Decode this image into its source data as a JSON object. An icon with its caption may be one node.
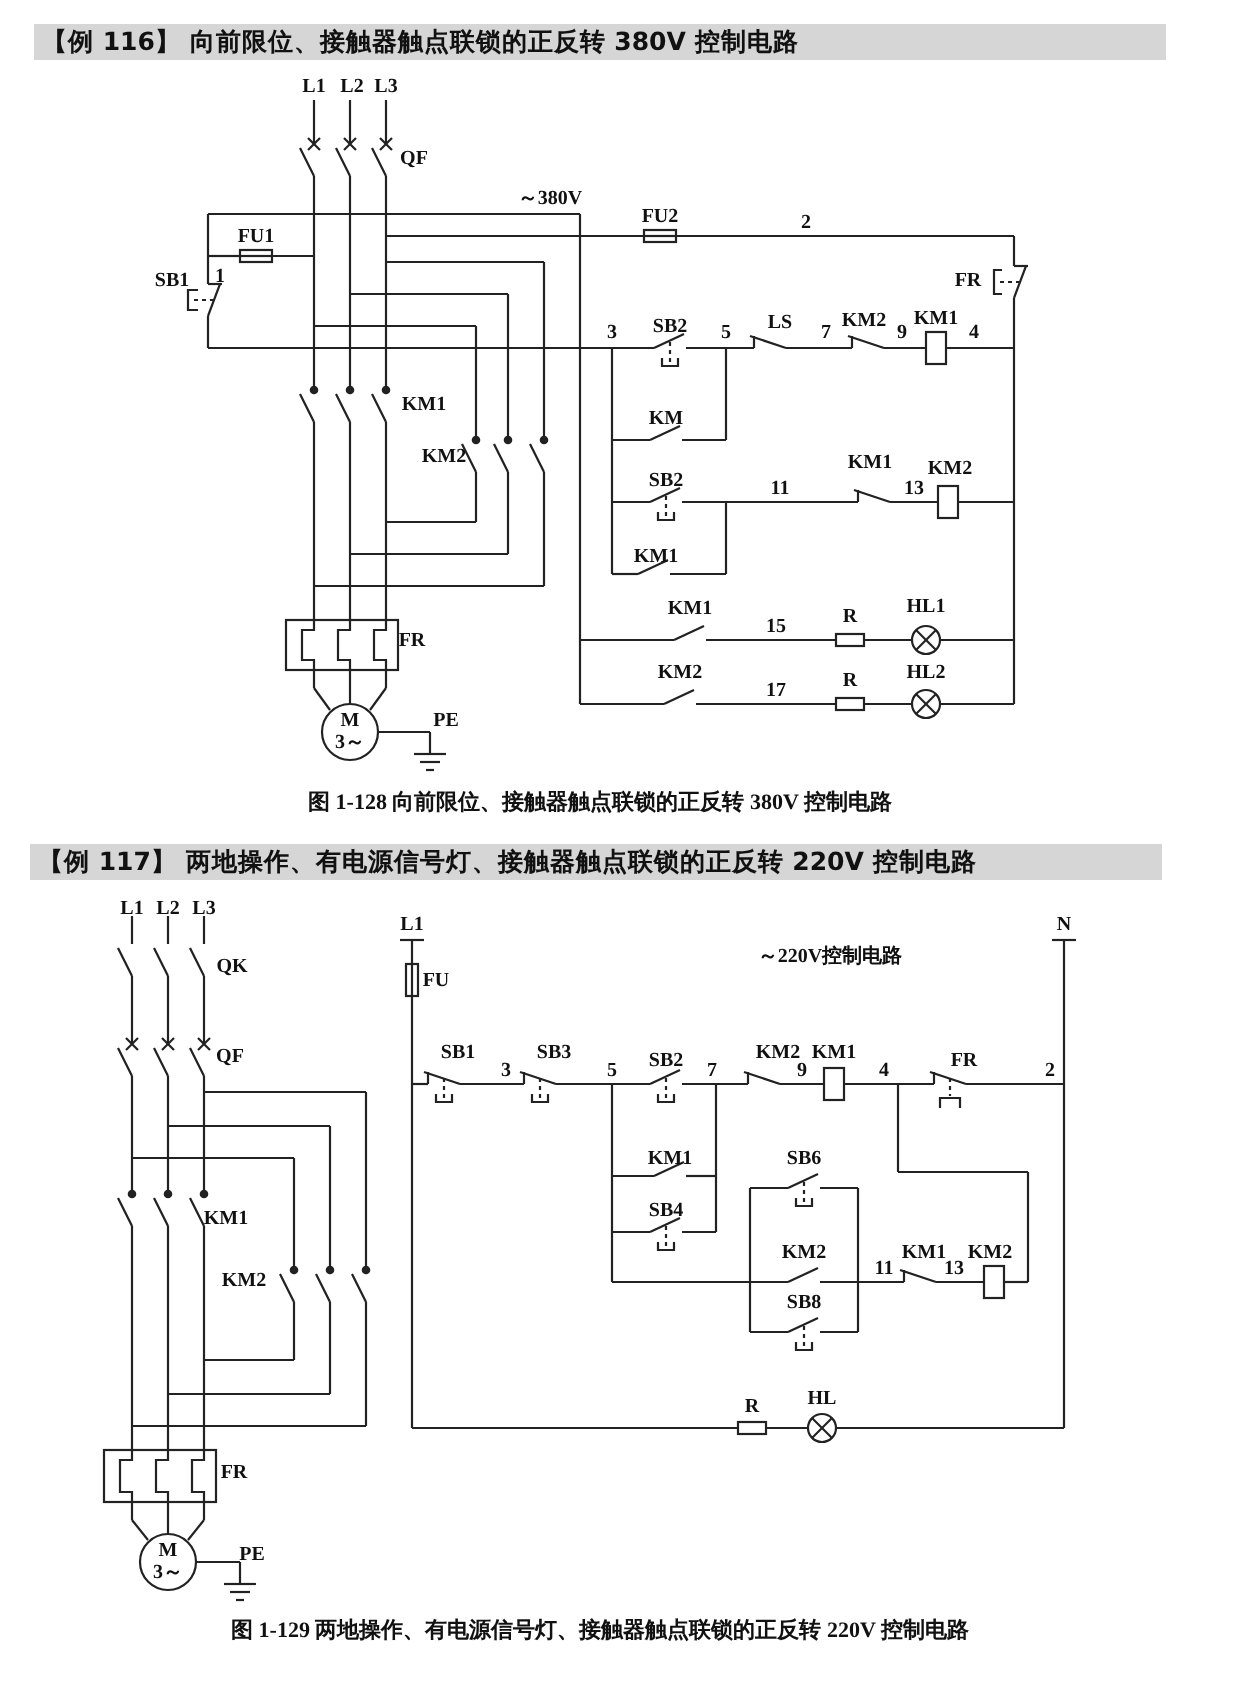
{
  "diagram": {
    "labels": [
      "【例 116】 向前限位、接触器触点联锁的正反转 380V 控制电路",
      "L1",
      "L2",
      "L3",
      "QF",
      "～380V",
      "FU2",
      "2",
      "FU1",
      "SB1",
      "1",
      "FR",
      "3",
      "SB2",
      "5",
      "LS",
      "7",
      "KM2",
      "9",
      "KM1",
      "4",
      "KM1",
      "KM",
      "KM2",
      "SB2",
      "11",
      "KM1",
      "13",
      "KM2",
      "KM1",
      "FR",
      "KM1",
      "15",
      "R",
      "HL1",
      "KM2",
      "17",
      "R",
      "HL2",
      "M",
      "3～",
      "PE",
      "图 1-128 向前限位、接触器触点联锁的正反转 380V 控制电路",
      "【例 117】 两地操作、有电源信号灯、接触器触点联锁的正反转 220V 控制电路",
      "L1",
      "L2",
      "L3",
      "L1",
      "N",
      "QK",
      "～220V控制电路",
      "FU",
      "QF",
      "SB1",
      "3",
      "SB3",
      "5",
      "SB2",
      "7",
      "KM2",
      "9",
      "KM1",
      "4",
      "FR",
      "2",
      "KM1",
      "SB6",
      "KM1",
      "SB4",
      "KM2",
      "KM2",
      "11",
      "KM1",
      "13",
      "KM2",
      "SB8",
      "HL",
      "R",
      "FR",
      "M",
      "3～",
      "PE",
      "图 1-129 两地操作、有电源信号灯、接触器触点联锁的正反转 220V 控制电路"
    ]
  }
}
